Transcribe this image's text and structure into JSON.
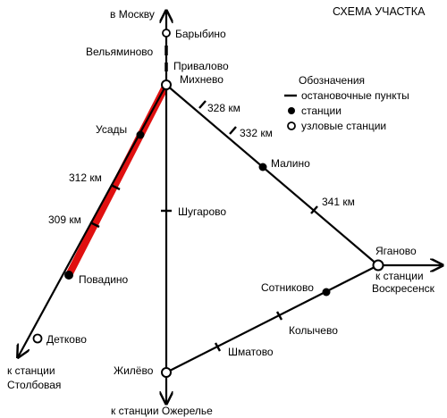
{
  "title": "СХЕМА УЧАСТКА",
  "legend": {
    "heading": "Обозначения",
    "stops": "остановочные пункты",
    "stations": "станции",
    "junctions": "узловые станции"
  },
  "stations": {
    "barybino": "Барыбино",
    "velyaminovo": "Вельяминово",
    "privalovo": "Привалово",
    "mikhnevo": "Михнево",
    "usady": "Усады",
    "povadino": "Повадино",
    "detkovo": "Детково",
    "shugarovo": "Шугарово",
    "zhilyovo": "Жилёво",
    "malino": "Малино",
    "yaganovo": "Яганово",
    "sotnikovo": "Сотниково",
    "kolychevo": "Колычево",
    "shmatovo": "Шматово"
  },
  "km": {
    "k328": "328 км",
    "k332": "332 км",
    "k341": "341 км",
    "k312": "312 км",
    "k309": "309 км"
  },
  "directions": {
    "moscow": "в Москву",
    "ozherelye": "к станции Ожерелье",
    "stolbovaya_1": "к станции",
    "stolbovaya_2": "Столбовая",
    "voskresensk_1": "к станции",
    "voskresensk_2": "Воскресенск"
  },
  "colors": {
    "line": "#000000",
    "highlight": "#e01010"
  }
}
